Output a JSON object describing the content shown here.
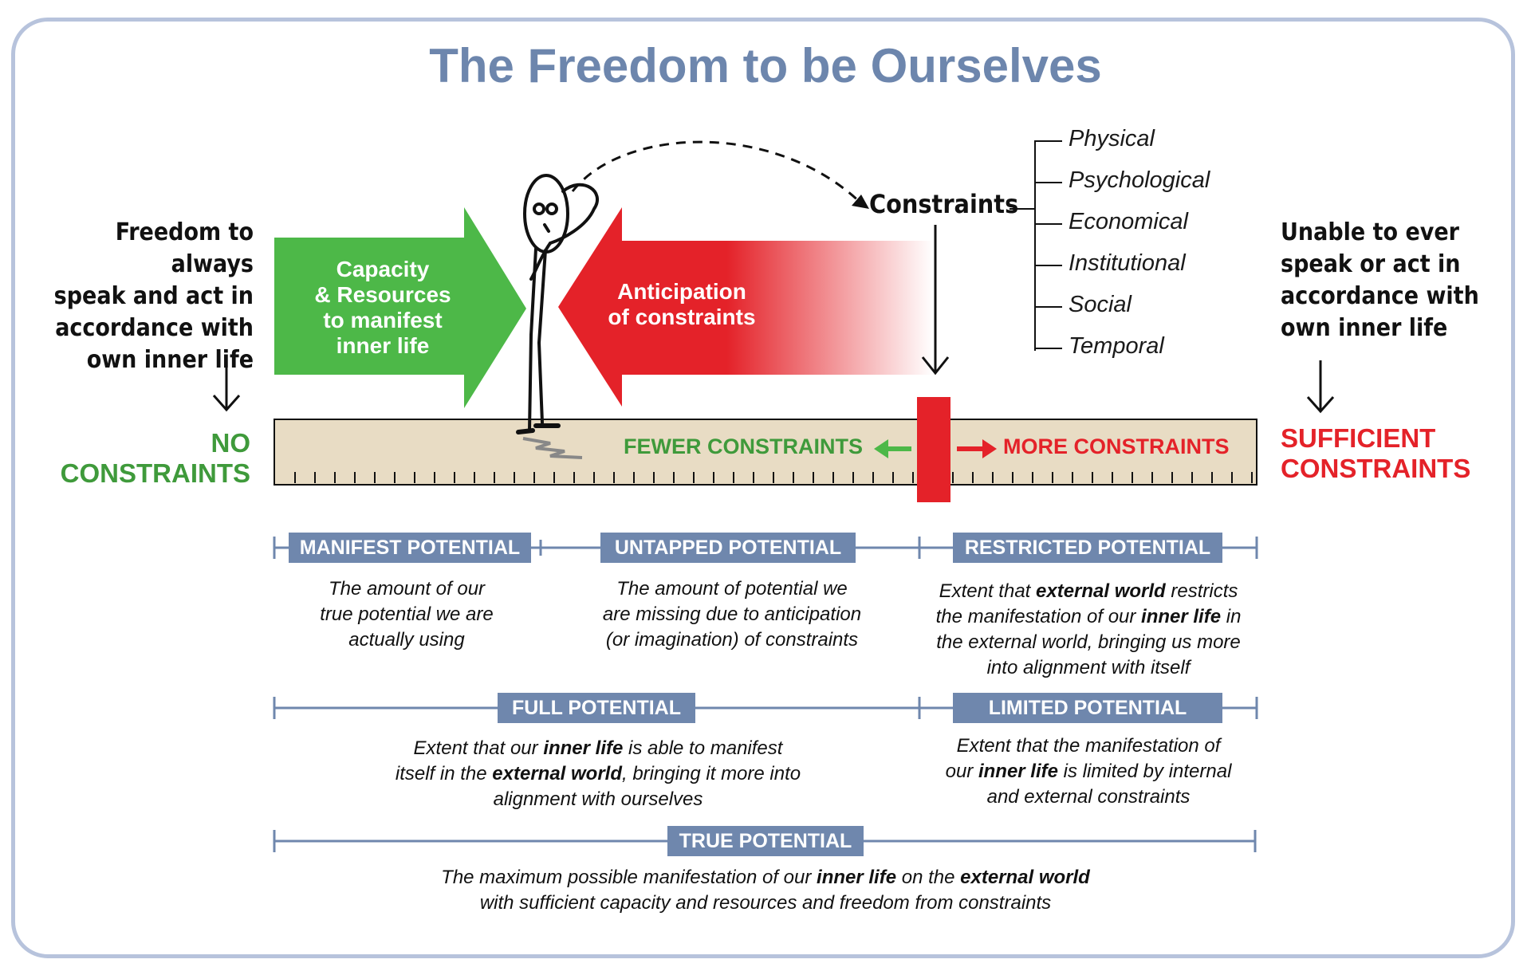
{
  "title": "The Freedom to be Ourselves",
  "left_side": {
    "text_lines": [
      "Freedom to always",
      "speak and act in",
      "accordance with",
      "own inner life"
    ],
    "label_line1": "NO",
    "label_line2": "CONSTRAINTS"
  },
  "right_side": {
    "text_lines": [
      "Unable to ever",
      "speak or act in",
      "accordance with",
      "own inner life"
    ],
    "label_line1": "SUFFICIENT",
    "label_line2": "CONSTRAINTS"
  },
  "green_arrow": {
    "lines": [
      "Capacity",
      "& Resources",
      "to manifest",
      "inner life"
    ]
  },
  "red_arrow": {
    "lines": [
      "Anticipation",
      "of constraints"
    ]
  },
  "constraints": {
    "label": "Constraints",
    "types": [
      "Physical",
      "Psychological",
      "Economical",
      "Institutional",
      "Social",
      "Temporal"
    ]
  },
  "ruler": {
    "fewer": "FEWER CONSTRAINTS",
    "more": "MORE CONSTRAINTS"
  },
  "potentials": {
    "manifest": {
      "label": "MANIFEST POTENTIAL",
      "desc": [
        "The amount of our",
        "true potential we are",
        "actually using"
      ]
    },
    "untapped": {
      "label": "UNTAPPED POTENTIAL",
      "desc": [
        "The amount of potential we",
        "are missing due to anticipation",
        "(or imagination) of constraints"
      ]
    },
    "restricted": {
      "label": "RESTRICTED POTENTIAL",
      "desc_parts": [
        "Extent that ",
        "external world",
        " restricts",
        "the manifestation of our ",
        "inner life",
        " in",
        "the external world, bringing us more",
        "into alignment with itself"
      ]
    },
    "full": {
      "label": "FULL POTENTIAL",
      "desc_parts": [
        "Extent that our ",
        "inner life",
        " is able to manifest",
        "itself in the ",
        "external world",
        ", bringing it more into",
        "alignment with ourselves"
      ]
    },
    "limited": {
      "label": "LIMITED POTENTIAL",
      "desc_parts": [
        "Extent that the manifestation of",
        "our ",
        "inner life",
        " is limited by internal",
        "and external constraints"
      ]
    },
    "true": {
      "label": "TRUE POTENTIAL",
      "desc_parts": [
        "The maximum possible manifestation of our ",
        "inner life",
        " on the ",
        "external world",
        "with sufficient capacity and resources and freedom from constraints"
      ]
    }
  },
  "colors": {
    "title": "#6d86ad",
    "green": "#4db848",
    "red": "#e42229",
    "bar": "#6f87ad",
    "ruler_fill": "#e8dcc4"
  }
}
